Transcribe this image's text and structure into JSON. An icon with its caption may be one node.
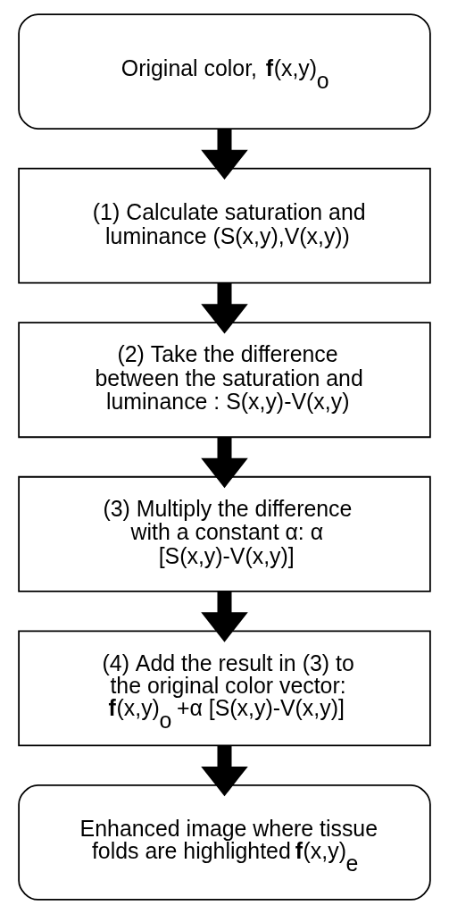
{
  "diagram": {
    "nodes": [
      {
        "text": [
          "Original color, **f**(x,y)$_{o}$"
        ]
      },
      {
        "text": [
          "(1) Calculate saturation and luminance (S(x,y),V(x,y))"
        ]
      },
      {
        "text": [
          "(2) Take the difference between the saturation and luminance : S(x,y)-V(x,y)"
        ]
      },
      {
        "text": [
          "(3) Multiply the difference with a constant α: α [S(x,y)-V(x,y)]"
        ]
      },
      {
        "text": [
          "(4) Add the result in (3) to the original color vector: **f**(x,y)$_{o}$ +α [S(x,y)-V(x,y)]"
        ]
      },
      {
        "text": [
          "Enhanced image where tissue folds are highlighted **f**(x,y)$_{e}$"
        ]
      }
    ],
    "edges": [
      {
        "from": 0,
        "to": 1,
        "arrow": "to"
      },
      {
        "from": 1,
        "to": 2,
        "arrow": "to"
      },
      {
        "from": 2,
        "to": 3,
        "arrow": "to"
      },
      {
        "from": 3,
        "to": 4,
        "arrow": "to"
      },
      {
        "from": 4,
        "to": 5,
        "arrow": "to"
      }
    ]
  }
}
